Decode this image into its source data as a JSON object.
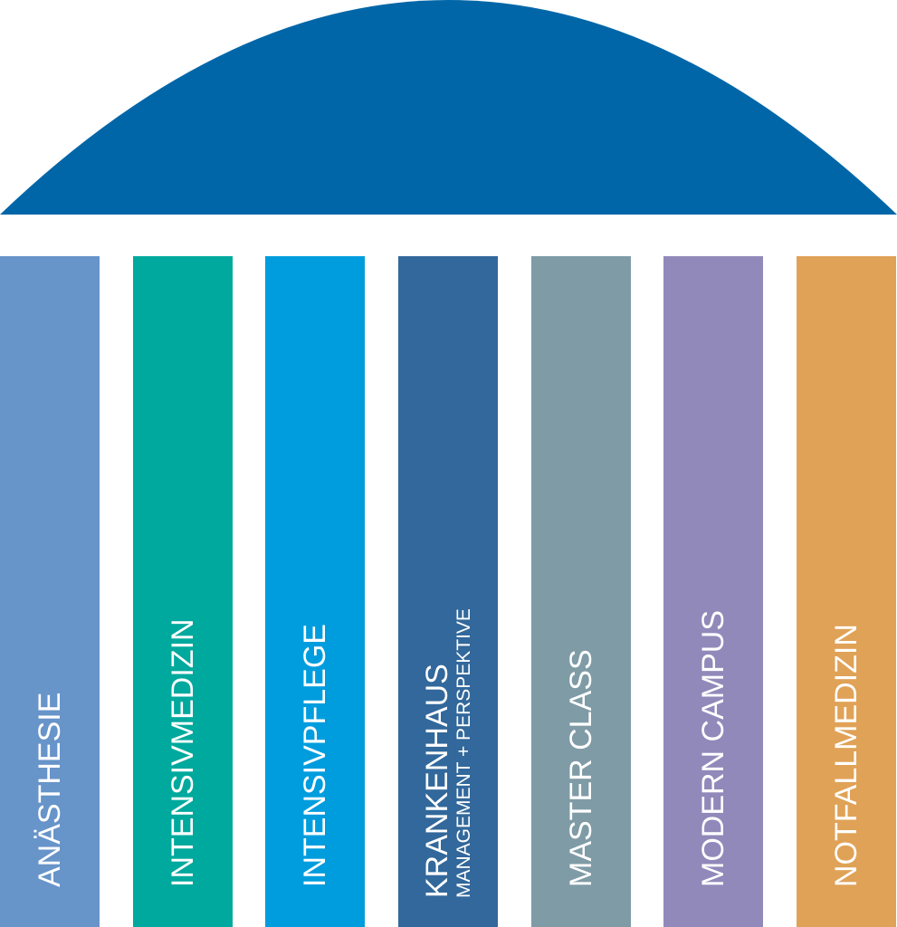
{
  "dome": {
    "color": "#0066A8"
  },
  "pillars": [
    {
      "title": "Anästhesie",
      "color": "#6794C9"
    },
    {
      "title": "Intensivmedizin",
      "color": "#00A99D"
    },
    {
      "title": "Intensivpflege",
      "color": "#009DDE"
    },
    {
      "title": "Krankenhaus",
      "subtitle": "Management + Perspektive",
      "color": "#32689B"
    },
    {
      "title": "Master Class",
      "color": "#7F9BA6"
    },
    {
      "title": "Modern Campus",
      "color": "#9189BA"
    },
    {
      "title": "Notfallmedizin",
      "color": "#E0A257"
    }
  ]
}
